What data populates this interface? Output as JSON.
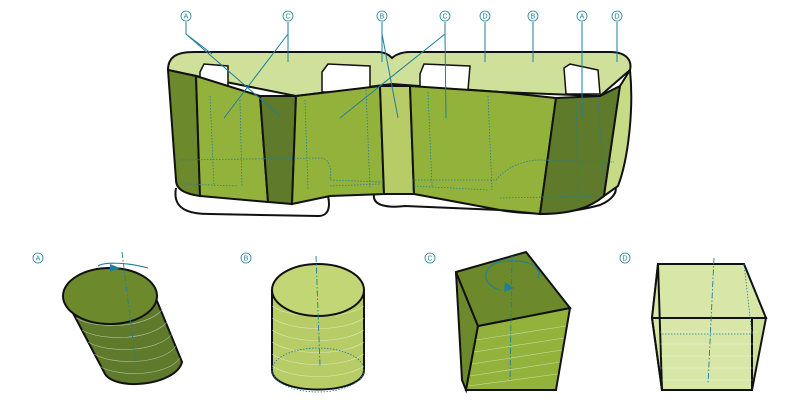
{
  "callouts": {
    "a": "A",
    "b": "B",
    "c": "C",
    "d": "D"
  },
  "colors": {
    "a_panel": "#5f7a2a",
    "b_panel": "#b7cc66",
    "c_panel": "#93b23b",
    "d_panel": "#d8e6a8",
    "outline": "#111111",
    "callout": "#1f7f9a"
  },
  "icons": [
    "rotation-arrow-icon",
    "axis-line-icon"
  ]
}
